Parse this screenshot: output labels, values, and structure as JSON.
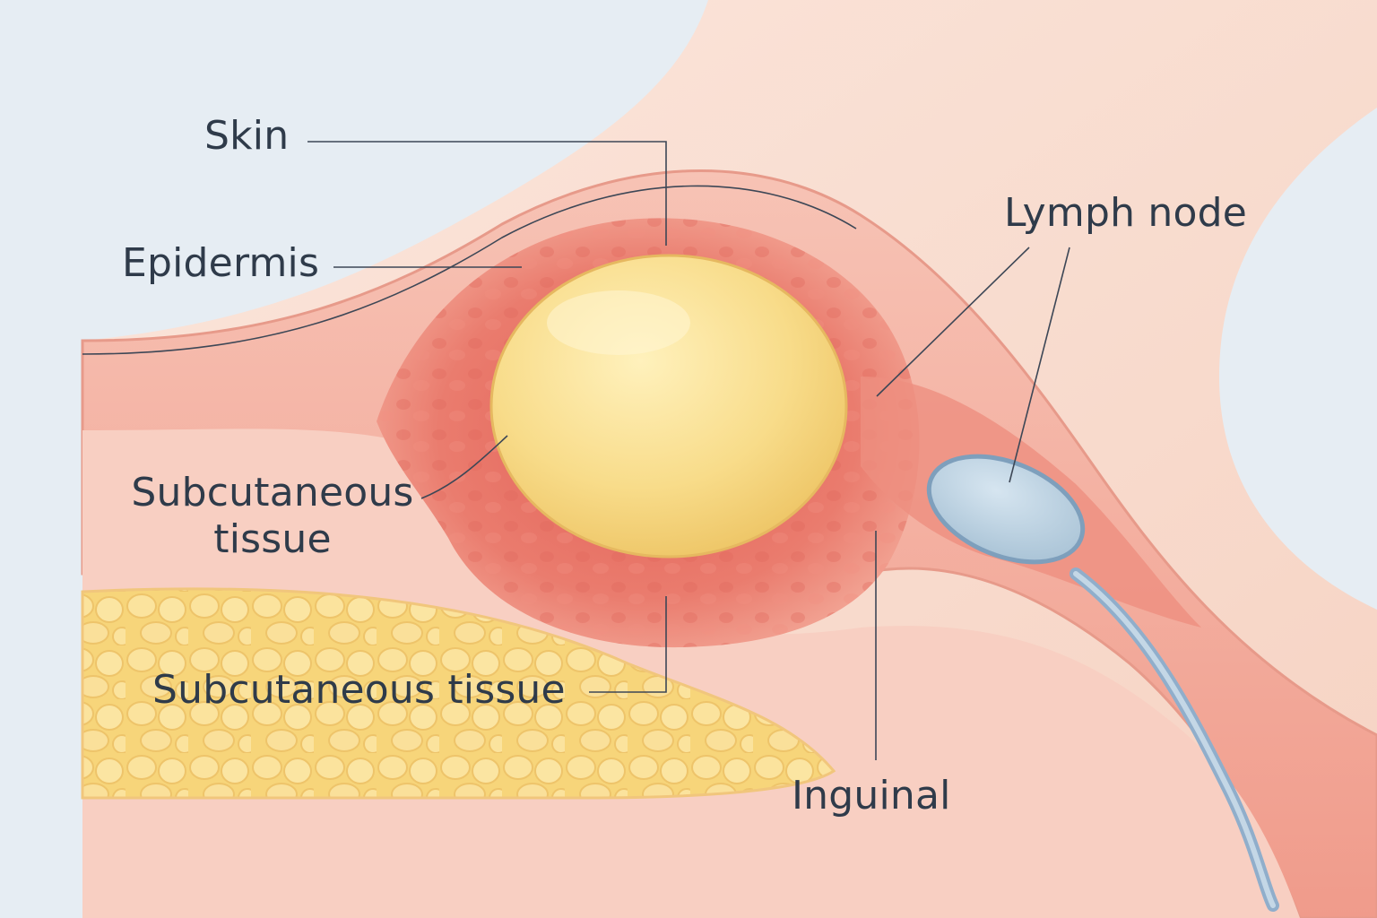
{
  "labels": {
    "skin": "Skin",
    "epidermis": "Epidermis",
    "subcutaneous_upper_line1": "Subcutaneous",
    "subcutaneous_upper_line2": "tissue",
    "subcutaneous_lower": "Subcutaneous tissue",
    "lymph_node": "Lymph node",
    "inguinal": "Inguinal"
  },
  "colors": {
    "background": "#e6edf3",
    "skin": "#f6d6c6",
    "epidermis_band": "#f4b3a4",
    "inflamed_tissue": "#e8776b",
    "cyst": "#f8dc8a",
    "fat": "#f7d57a",
    "lymph_node": "#a9c3d6",
    "label_text": "#2f3b4a"
  }
}
